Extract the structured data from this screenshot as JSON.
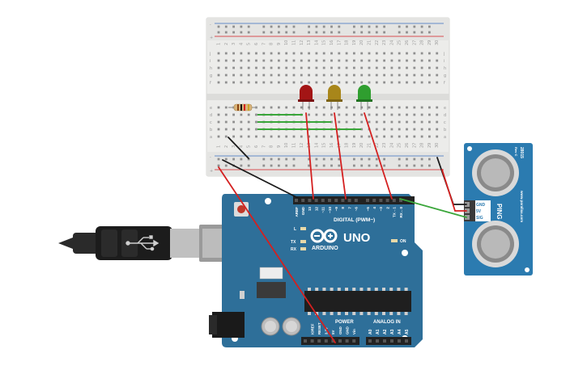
{
  "breadboard": {
    "rows_top": [
      "j",
      "i",
      "h",
      "g",
      "f"
    ],
    "rows_bottom": [
      "e",
      "d",
      "c",
      "b",
      "a"
    ],
    "col_numbers": [
      "1",
      "2",
      "3",
      "4",
      "5",
      "6",
      "7",
      "8",
      "9",
      "10",
      "11",
      "12",
      "13",
      "14",
      "15",
      "16",
      "17",
      "18",
      "19",
      "20",
      "21",
      "22",
      "23",
      "24",
      "25",
      "26",
      "27",
      "28",
      "29",
      "30"
    ],
    "rail_plus": "+",
    "rail_minus": "-"
  },
  "arduino": {
    "brand": "ARDUINO",
    "model": "UNO",
    "digital_label": "DIGITAL (PWM~)",
    "power_label": "POWER",
    "analog_label": "ANALOG IN",
    "on_label": "ON",
    "l_label": "L",
    "tx_label": "TX",
    "rx_label": "RX",
    "top_pins": [
      "AREF",
      "GND",
      "13",
      "12",
      "~11",
      "~10",
      "~9",
      "8",
      "7",
      "~6",
      "~5",
      "4",
      "~3",
      "2",
      "TX→1",
      "RX←0"
    ],
    "power_pins": [
      "IOREF",
      "RESET",
      "3.3V",
      "5V",
      "GND",
      "GND",
      "Vin"
    ],
    "analog_pins": [
      "A0",
      "A1",
      "A2",
      "A3",
      "A4",
      "A5"
    ]
  },
  "sensor": {
    "name": "PING",
    "part": "28015",
    "rev": "Rev C",
    "url": "www.parallax.com",
    "pins": [
      "GND",
      "5V",
      "SIG"
    ]
  },
  "colors": {
    "pcb": "#2e6f99",
    "sensor_board": "#2b7bb0",
    "led_red": "#a31515",
    "led_yellow": "#a8861a",
    "led_green": "#2f9e2f",
    "wire_red": "#d42020",
    "wire_black": "#1a1a1a",
    "wire_green": "#3aa63a",
    "breadboard": "#ececea"
  }
}
